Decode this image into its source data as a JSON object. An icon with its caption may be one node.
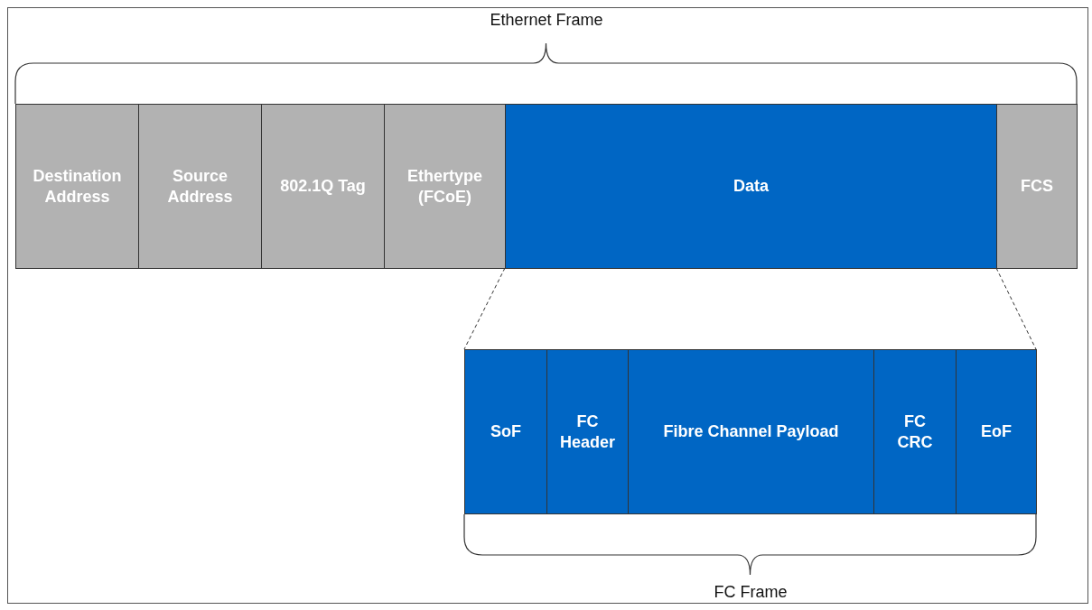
{
  "diagram": {
    "nodes": [
      {
        "text": [
          "Destination Address"
        ]
      },
      {
        "text": [
          "Source Address"
        ]
      },
      {
        "text": [
          "802.1Q Tag"
        ]
      },
      {
        "text": [
          "Ethertype (FCoE)"
        ]
      },
      {
        "text": [
          "Data"
        ]
      },
      {
        "text": [
          "FCS"
        ]
      },
      {
        "text": [
          "SoF"
        ]
      },
      {
        "text": [
          "FC Header"
        ]
      },
      {
        "text": [
          "Fibre Channel Payload"
        ]
      },
      {
        "text": [
          "FC CRC"
        ]
      },
      {
        "text": [
          "EoF"
        ]
      }
    ],
    "edges": [
      {
        "from": 4,
        "to": 6,
        "arrow": "none",
        "style": "dashed"
      },
      {
        "from": 4,
        "to": 10,
        "arrow": "none",
        "style": "dashed"
      }
    ],
    "labels": [
      "Ethernet Frame",
      "FC Frame"
    ]
  }
}
